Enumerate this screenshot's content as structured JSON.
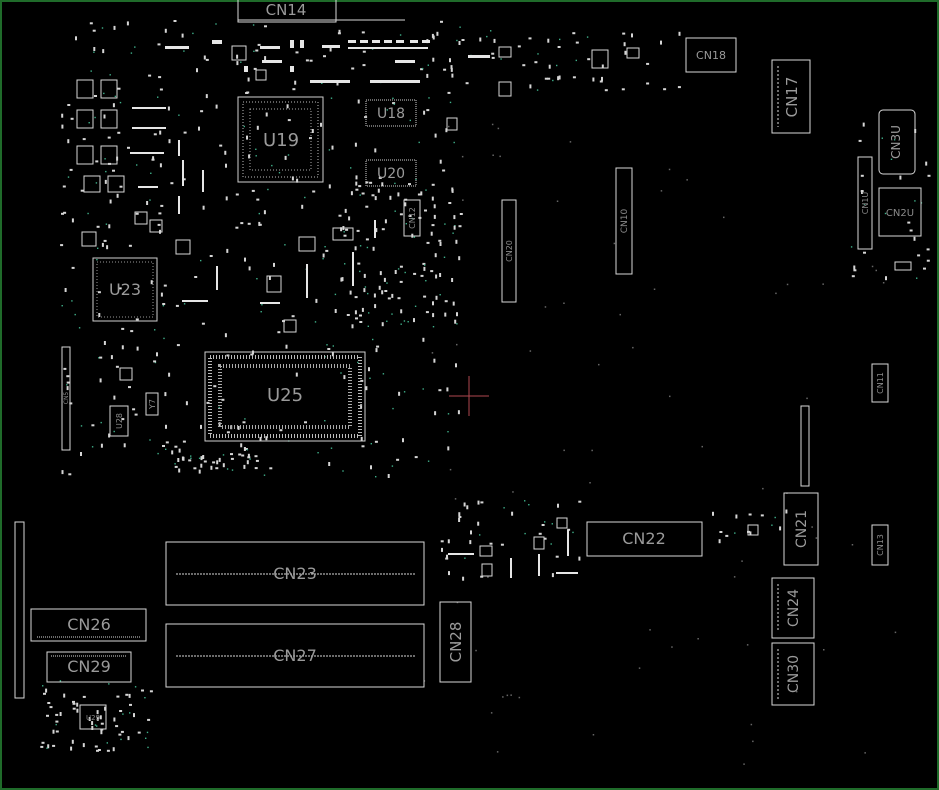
{
  "diagram": {
    "components": {
      "cn14": "CN14",
      "cn18": "CN18",
      "cn17": "CN17",
      "cn3u": "CN3U",
      "cn2u": "CN2U",
      "cn1u": "CN1U",
      "u18": "U18",
      "u19": "U19",
      "u20": "U20",
      "cn10": "CN10",
      "cn20": "CN20",
      "cn12": "CN12",
      "u23": "U23",
      "u25": "U25",
      "cn11": "CN11",
      "cn13": "CN13",
      "cn21": "CN21",
      "cn22": "CN22",
      "cn23": "CN23",
      "cn24": "CN24",
      "cn26": "CN26",
      "cn27": "CN27",
      "cn28": "CN28",
      "cn29": "CN29",
      "cn30": "CN30",
      "u29": "U29",
      "u28": "U28",
      "y7": "Y7",
      "cn5": "CN5"
    },
    "colors": {
      "background": "#000000",
      "border": "#1f6b2a",
      "outline": "#d8d8d8",
      "label": "#9a9a9a",
      "crosshair": "#b0474f",
      "via": "#3fb08a"
    }
  }
}
